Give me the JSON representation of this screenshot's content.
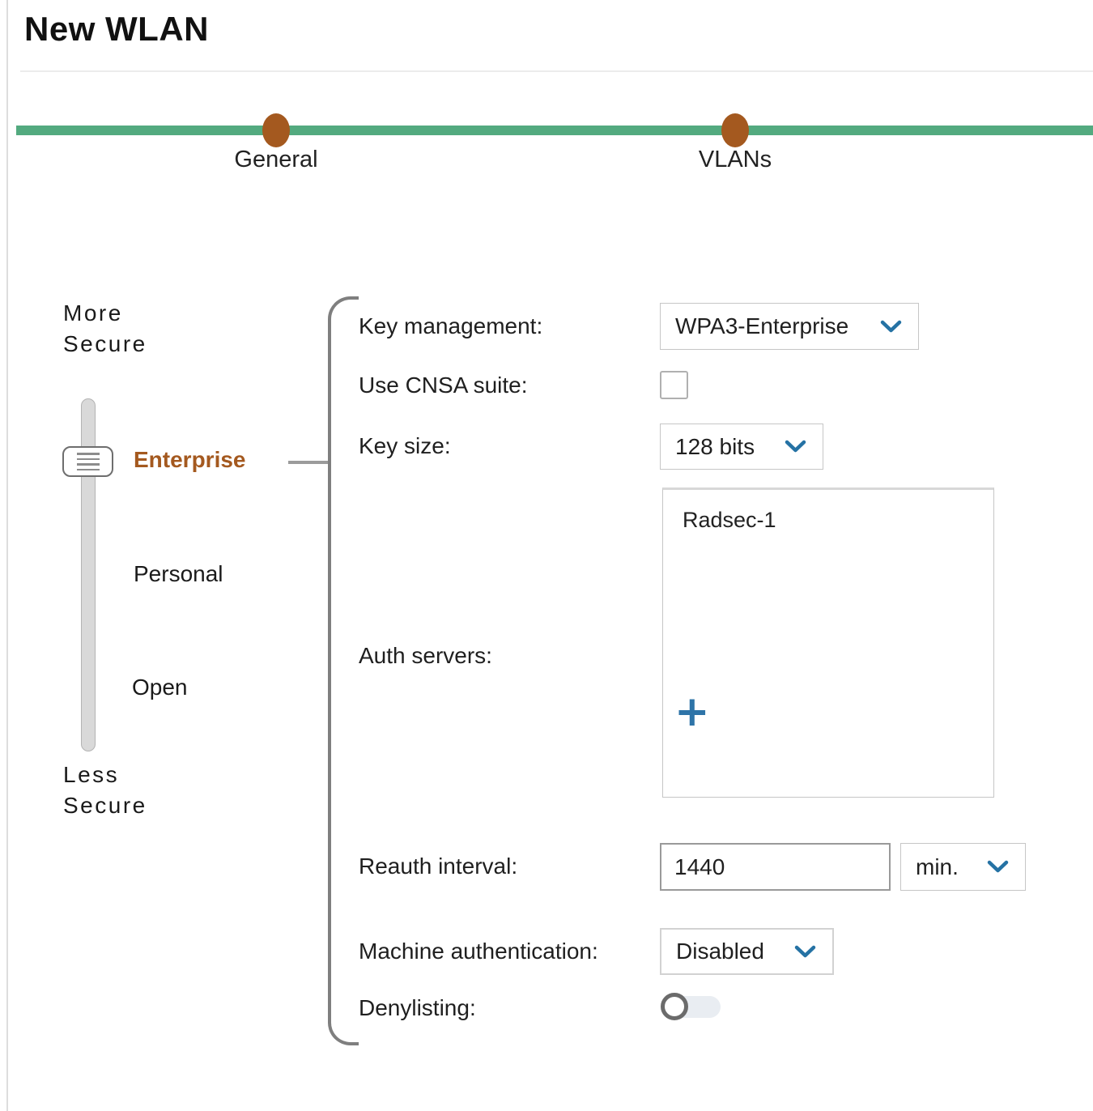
{
  "page": {
    "title": "New WLAN"
  },
  "stepper": {
    "bar_color": "#53aa7f",
    "dot_color": "#a4591f",
    "steps": [
      {
        "label": "General"
      },
      {
        "label": "VLANs"
      }
    ]
  },
  "security_slider": {
    "more_label": "More Secure",
    "less_label": "Less Secure",
    "selected_color": "#a4591f",
    "levels": [
      {
        "label": "Enterprise",
        "selected": true
      },
      {
        "label": "Personal",
        "selected": false
      },
      {
        "label": "Open",
        "selected": false
      }
    ]
  },
  "form": {
    "key_management": {
      "label": "Key management:",
      "value": "WPA3-Enterprise",
      "icon": "chevron-down-icon"
    },
    "use_cnsa": {
      "label": "Use CNSA suite:",
      "checked": false
    },
    "key_size": {
      "label": "Key size:",
      "value": "128 bits",
      "icon": "chevron-down-icon"
    },
    "auth_servers": {
      "label": "Auth servers:",
      "items": [
        "Radsec-1"
      ],
      "add_label": "+"
    },
    "reauth_interval": {
      "label": "Reauth interval:",
      "value": "1440",
      "unit": "min.",
      "icon": "chevron-down-icon"
    },
    "machine_auth": {
      "label": "Machine authentication:",
      "value": "Disabled",
      "icon": "chevron-down-icon"
    },
    "denylisting": {
      "label": "Denylisting:",
      "enabled": false
    }
  },
  "colors": {
    "accent_green": "#53aa7f",
    "accent_brown": "#a4591f",
    "accent_blue": "#2572a4",
    "plus_blue": "#2e74a8",
    "bracket_gray": "#7f7f7f"
  }
}
